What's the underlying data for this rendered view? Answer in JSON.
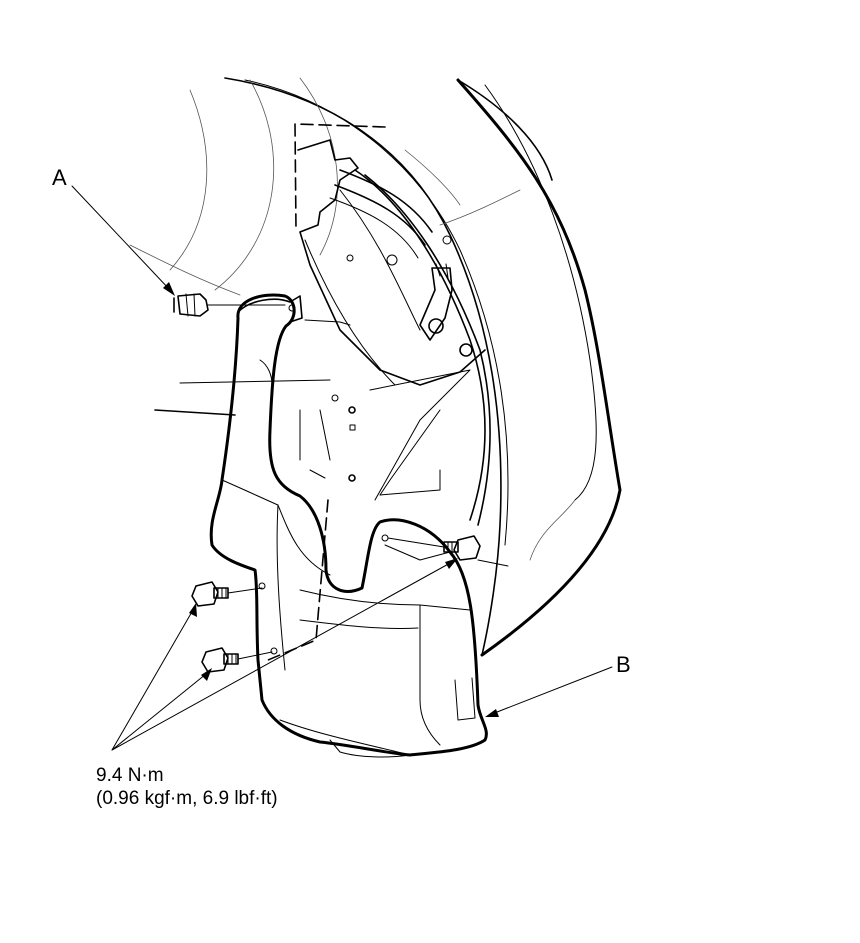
{
  "callouts": {
    "a": "A",
    "b": "B"
  },
  "torque": {
    "value": "9.4 N·m",
    "conversion": "(0.96 kgf·m, 6.9 lbf·ft)"
  }
}
